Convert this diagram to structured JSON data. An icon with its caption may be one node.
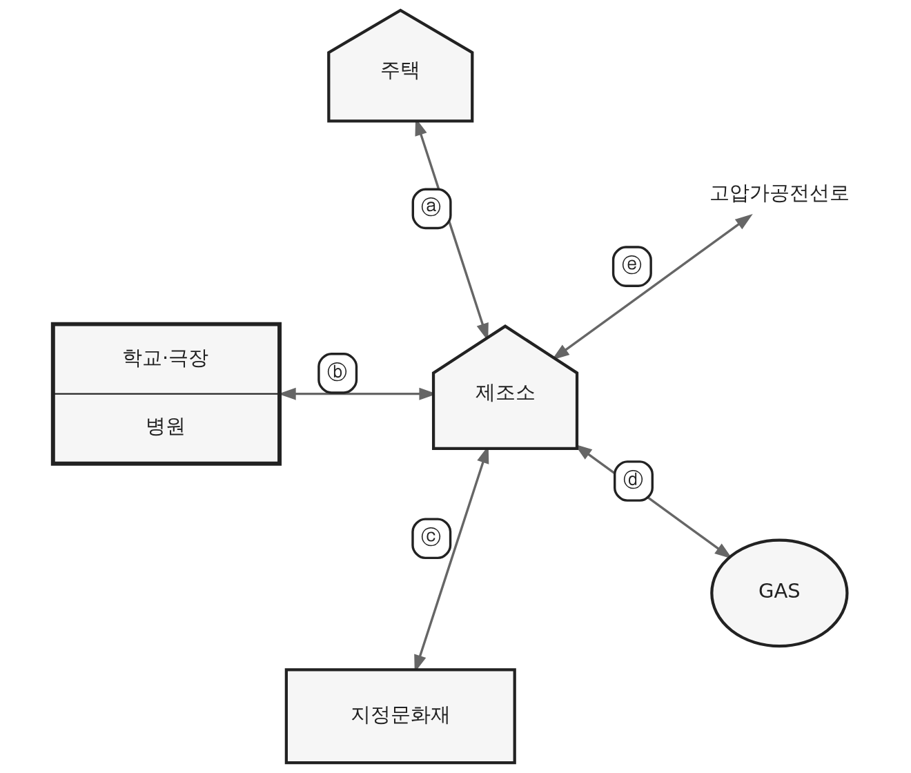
{
  "diagram": {
    "nodes": [
      {
        "text": [
          "주택"
        ]
      },
      {
        "text": [
          "고압가공전선로"
        ]
      },
      {
        "text": [
          "학교·극장",
          "병원"
        ]
      },
      {
        "text": [
          "제조소"
        ]
      },
      {
        "text": [
          "GAS"
        ]
      },
      {
        "text": [
          "지정문화재"
        ]
      }
    ],
    "edges": [
      {
        "from": 3,
        "to": 0,
        "arrow": "both",
        "label": "ⓐ"
      },
      {
        "from": 3,
        "to": 2,
        "arrow": "both",
        "label": "ⓑ"
      },
      {
        "from": 3,
        "to": 5,
        "arrow": "both",
        "label": "ⓒ"
      },
      {
        "from": 3,
        "to": 4,
        "arrow": "both",
        "label": "ⓓ"
      },
      {
        "from": 3,
        "to": 1,
        "arrow": "both",
        "label": "ⓔ"
      }
    ]
  }
}
